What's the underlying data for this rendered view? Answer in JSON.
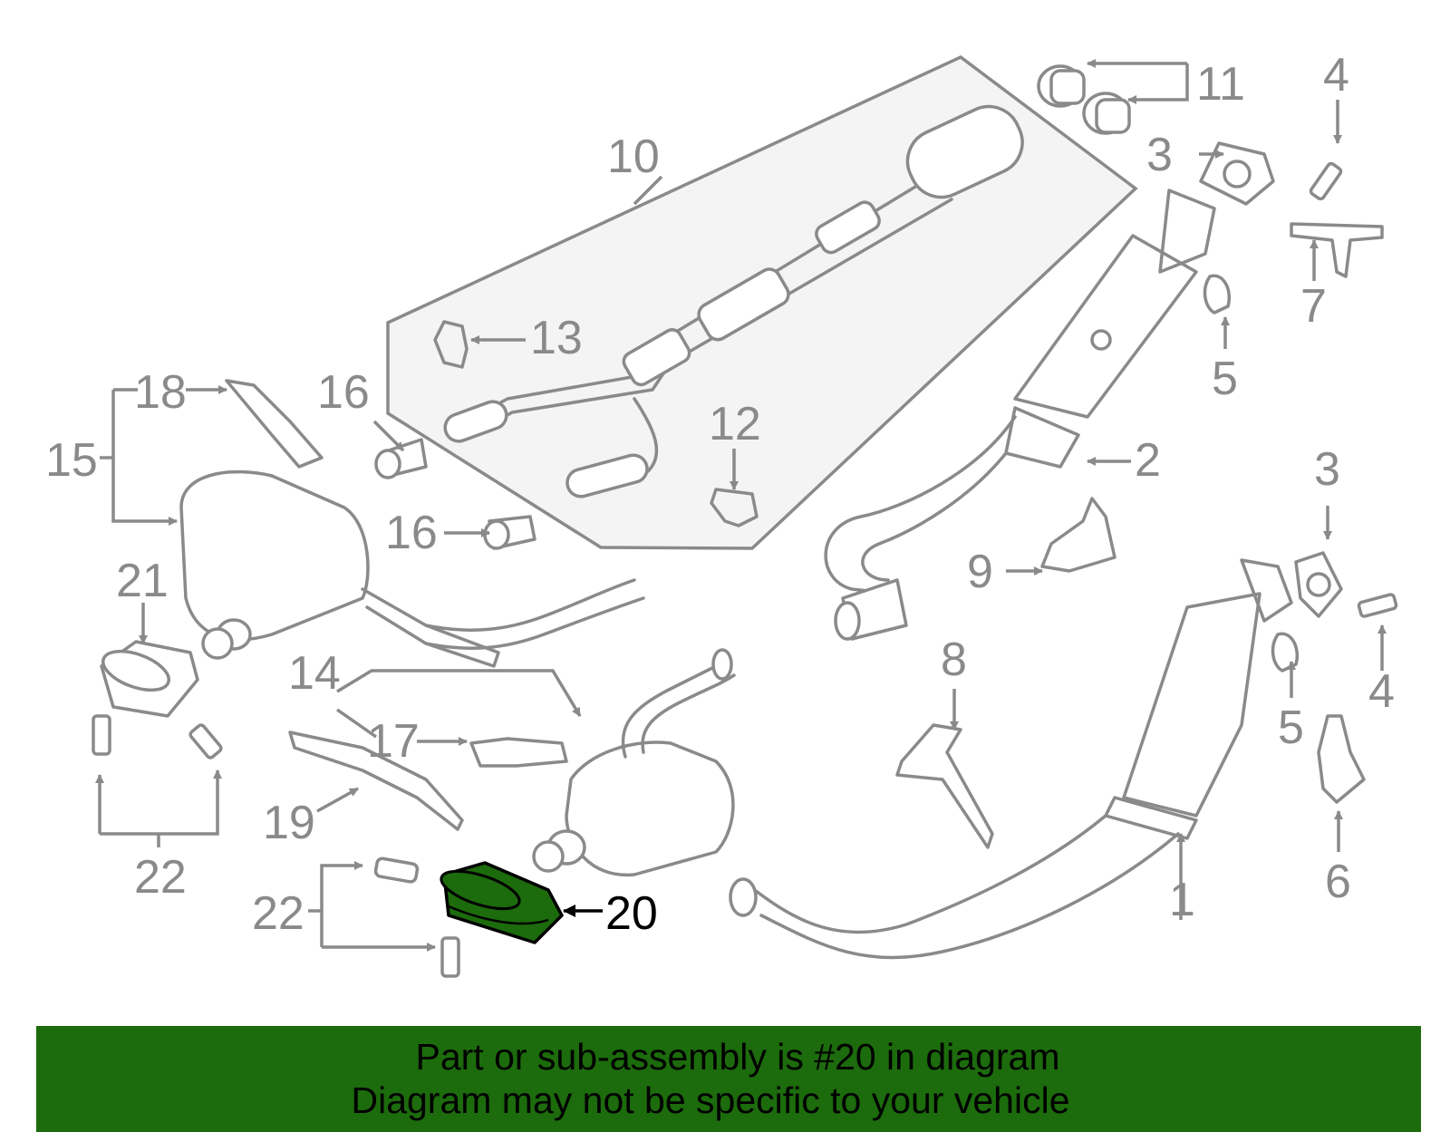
{
  "callouts": {
    "c1": "1",
    "c2": "2",
    "c3a": "3",
    "c3b": "3",
    "c4a": "4",
    "c4b": "4",
    "c5a": "5",
    "c5b": "5",
    "c6": "6",
    "c7": "7",
    "c8": "8",
    "c9": "9",
    "c10": "10",
    "c11": "11",
    "c12": "12",
    "c13": "13",
    "c14": "14",
    "c15": "15",
    "c16a": "16",
    "c16b": "16",
    "c17": "17",
    "c18": "18",
    "c19": "19",
    "c20": "20",
    "c21": "21",
    "c22a": "22",
    "c22b": "22"
  },
  "highlight": {
    "part_number": "20",
    "color": "#1c6b0c"
  },
  "banner": {
    "line1": "Part or sub-assembly is #20 in diagram",
    "line2": "Diagram may not be specific to your vehicle",
    "background": "#1c6b0c"
  }
}
